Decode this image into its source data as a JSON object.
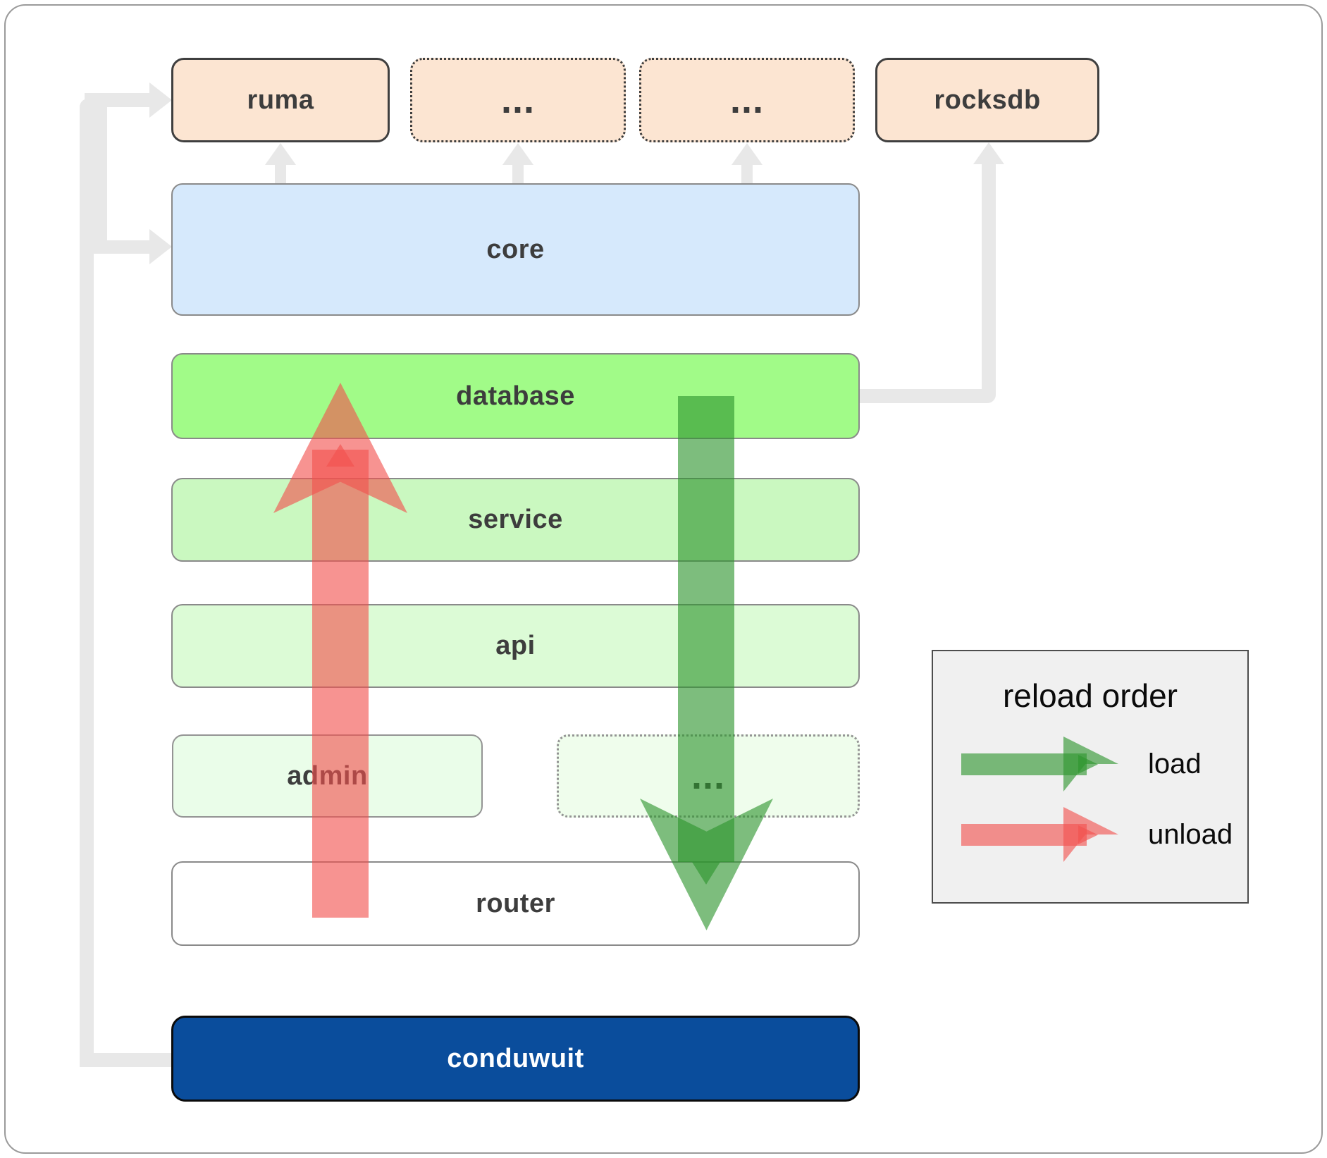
{
  "boxes": {
    "ruma": "ruma",
    "ellipsis1": "...",
    "ellipsis2": "...",
    "rocksdb": "rocksdb",
    "core": "core",
    "database": "database",
    "service": "service",
    "api": "api",
    "admin": "admin",
    "ellipsis3": "...",
    "router": "router",
    "conduwuit": "conduwuit"
  },
  "legend": {
    "title": "reload order",
    "load_label": "load",
    "unload_label": "unload"
  },
  "colors": {
    "peach_box": "#fce5d2",
    "core_blue": "#d6e9fc",
    "database_green": "#a1fb88",
    "service_green": "#caf8c0",
    "api_green": "#dcfbd6",
    "admin_green": "#eafde9",
    "router_white": "#ffffff",
    "conduwuit_blue": "#0a4d9c",
    "connector_gray": "#e8e8e8",
    "load_arrow_green": "rgba(45,148,45,0.62)",
    "unload_arrow_red": "rgba(242,80,78,0.62)"
  }
}
